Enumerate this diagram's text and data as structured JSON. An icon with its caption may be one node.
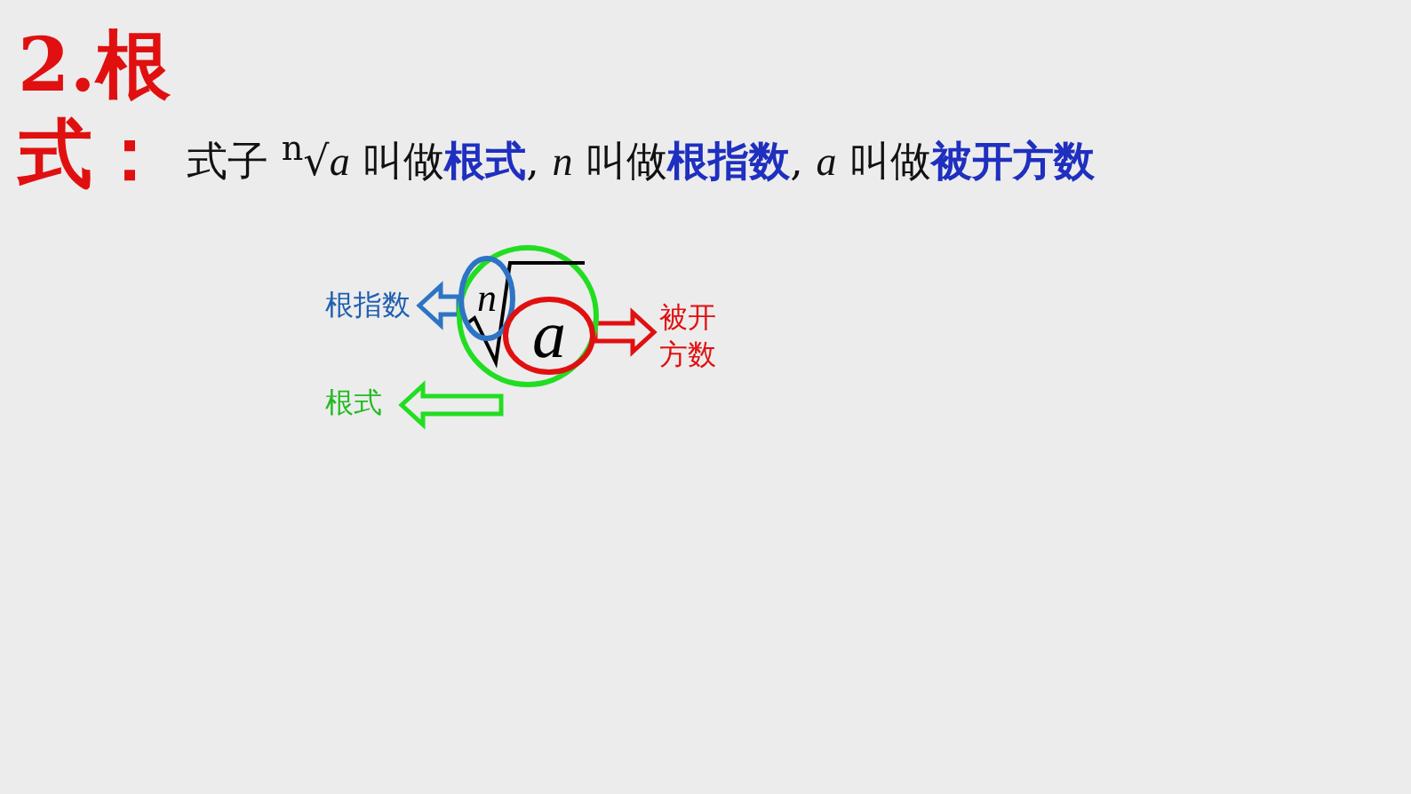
{
  "diagram": {
    "title": "2.根式：",
    "nodes": [
      {
        "text": [],
        "shape": "circle"
      },
      {
        "text": [
          "*n*"
        ],
        "in": 0
      },
      {
        "text": [
          "*a*"
        ],
        "in": 0
      },
      {
        "text": [
          "根指数"
        ]
      },
      {
        "text": [
          "被开方数"
        ]
      },
      {
        "text": [
          "根式"
        ]
      }
    ],
    "edges": [
      {
        "from": 1,
        "to": 3,
        "arrow": "to",
        "color": "#2e74c4"
      },
      {
        "from": 2,
        "to": 4,
        "arrow": "to",
        "color": "#e01010"
      },
      {
        "from": 0,
        "to": 5,
        "arrow": "to",
        "color": "#22dd22"
      }
    ],
    "labels": [
      "式子 $^{n}$√*a* 叫做**根式**, *n* 叫做**根指数**, *a* 叫做**被开方数**"
    ]
  }
}
